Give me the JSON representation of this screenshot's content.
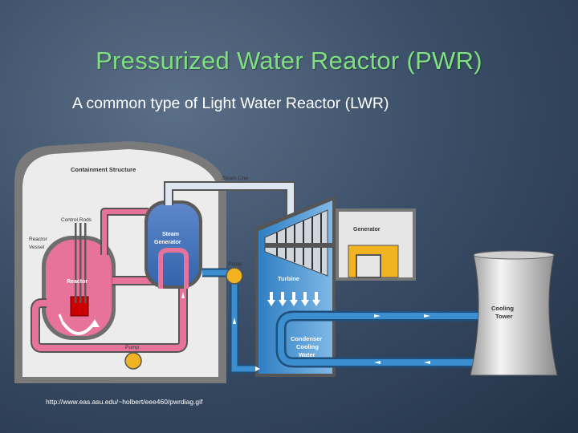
{
  "slide": {
    "title": "Pressurized Water Reactor (PWR)",
    "subtitle": "A common type of Light Water Reactor (LWR)",
    "source_url": "http://www.eas.asu.edu/~holbert/eee460/pwrdiag.gif"
  },
  "diagram": {
    "labels": {
      "containment": "Containment Structure",
      "steam_line": "Steam Line",
      "control_rods": "Control Rods",
      "reactor_vessel_1": "Reactor",
      "reactor_vessel_2": "Vessel",
      "reactor": "Reactor",
      "steam_gen_1": "Steam",
      "steam_gen_2": "Generator",
      "pump_top": "Pump",
      "pump_bottom": "Pump",
      "generator": "Generator",
      "turbine": "Turbine",
      "condenser_1": "Condenser",
      "condenser_2": "Cooling",
      "condenser_3": "Water",
      "cooling_1": "Cooling",
      "cooling_2": "Tower"
    },
    "colors": {
      "title": "#7ee07e",
      "primary_loop": "#e8739a",
      "steam_line": "#dde6f0",
      "cooling_loop": "#3b8fd0",
      "pump": "#f2b322",
      "generator": "#f2b322",
      "containment": "#d8d8d8"
    }
  }
}
